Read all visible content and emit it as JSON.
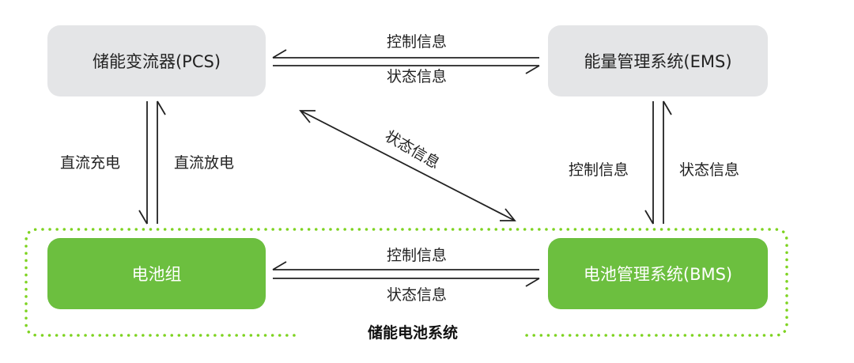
{
  "boxes": {
    "pcs": "储能变流器(PCS)",
    "ems": "能量管理系统(EMS)",
    "battery": "电池组",
    "bms": "电池管理系统(BMS)"
  },
  "labels": {
    "pcs_ems_top": "控制信息",
    "pcs_ems_bottom": "状态信息",
    "pcs_battery_left": "直流充电",
    "pcs_battery_right": "直流放电",
    "diagonal": "状态信息",
    "ems_bms_left": "控制信息",
    "ems_bms_right": "状态信息",
    "battery_bms_top": "控制信息",
    "battery_bms_bottom": "状态信息"
  },
  "group_title": "储能电池系统",
  "colors": {
    "gray_box": "#e4e5e7",
    "green_box": "#6cbf3f",
    "dotted_border": "#7ed321",
    "arrow": "#222222"
  }
}
